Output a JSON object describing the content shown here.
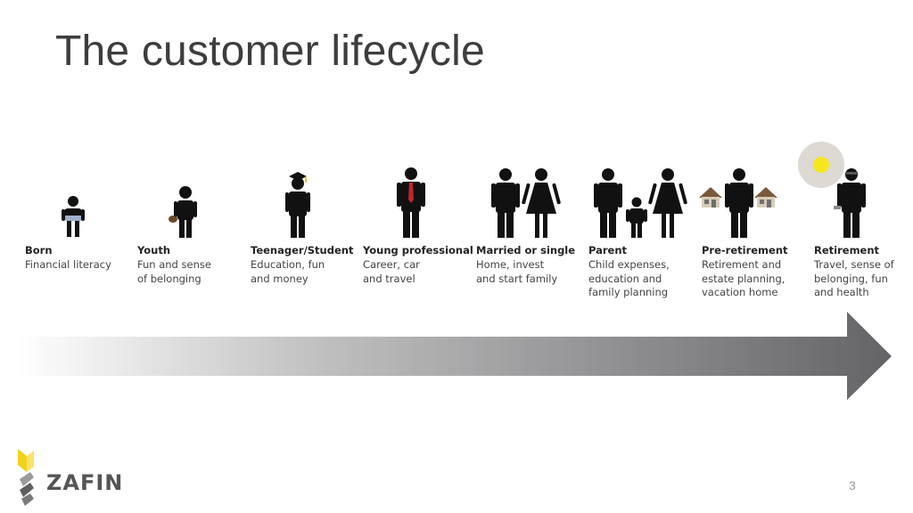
{
  "slide": {
    "title": "The customer lifecycle",
    "page_number": "3"
  },
  "stages": [
    {
      "label": "Born",
      "desc": [
        "Financial literacy"
      ],
      "icon": "baby-icon"
    },
    {
      "label": "Youth",
      "desc": [
        "Fun and sense",
        "of belonging"
      ],
      "icon": "child-with-ball-icon"
    },
    {
      "label": "Teenager/Student",
      "desc": [
        "Education, fun",
        "and money"
      ],
      "icon": "graduate-icon"
    },
    {
      "label": "Young professional",
      "desc": [
        "Career, car",
        "and travel"
      ],
      "icon": "professional-with-tie-icon"
    },
    {
      "label": "Married or single",
      "desc": [
        "Home, invest",
        "and start family"
      ],
      "icon": "couple-icon"
    },
    {
      "label": "Parent",
      "desc": [
        "Child expenses,",
        "education and",
        "family planning"
      ],
      "icon": "family-icon"
    },
    {
      "label": "Pre-retirement",
      "desc": [
        "Retirement and",
        "estate planning,",
        "vacation home"
      ],
      "icon": "person-with-houses-icon"
    },
    {
      "label": "Retirement",
      "desc": [
        "Travel, sense of",
        "belonging, fun",
        "and health"
      ],
      "icon": "retiree-with-sun-icon"
    }
  ],
  "logo": {
    "text": "ZAFIN"
  },
  "colors": {
    "figure": "#111111",
    "tie": "#c0262d",
    "sun": "#f5e61e",
    "arrow": "#6a6a6d",
    "logo_yellow": "#f2d21b",
    "logo_gray": "#7a7a7a"
  }
}
